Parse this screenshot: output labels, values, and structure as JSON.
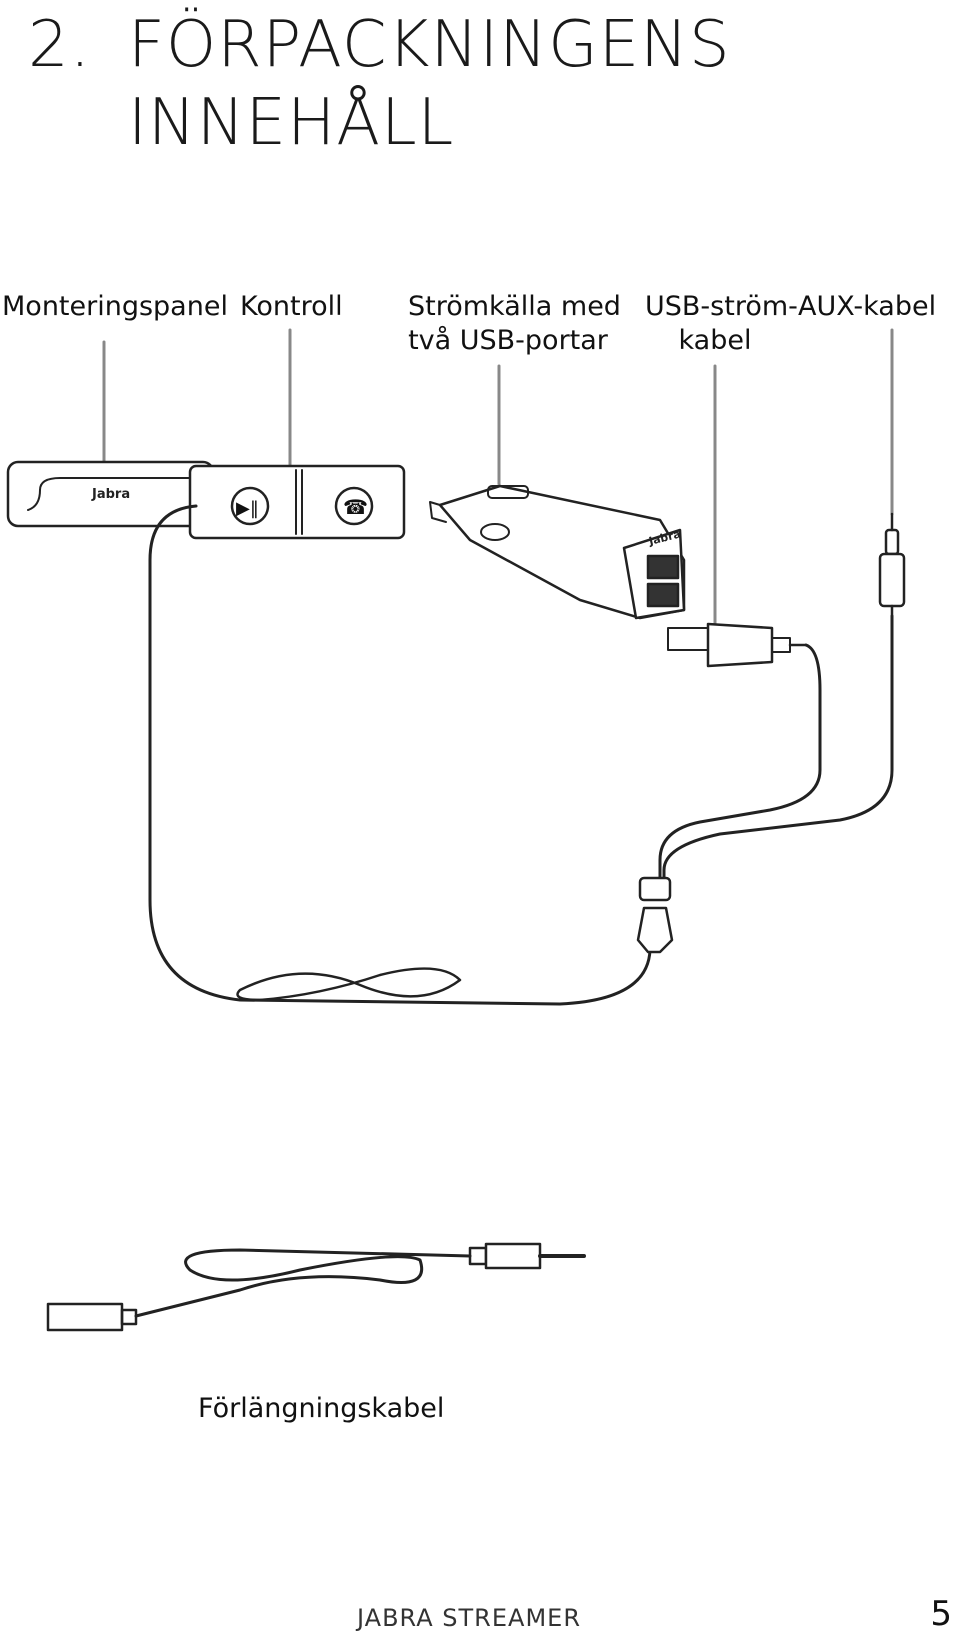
{
  "heading": {
    "number": "2.",
    "line1": "FÖRPACKNINGENS",
    "line2": "INNEHÅLL"
  },
  "labels": {
    "mounting_panel": "Monteringspanel",
    "control": "Kontroll",
    "power_line1": "Strömkälla med",
    "power_line2": "två USB-portar",
    "usb_cable_line1": "USB-ström-",
    "usb_cable_line2": "kabel",
    "aux_cable": "AUX-kabel",
    "extension_cable": "Förlängningskabel"
  },
  "device_brand": "Jabra",
  "footer": {
    "product": "JABRA STREAMER",
    "page": "5"
  },
  "icons": [
    "play-pause-icon",
    "phone-icon"
  ]
}
